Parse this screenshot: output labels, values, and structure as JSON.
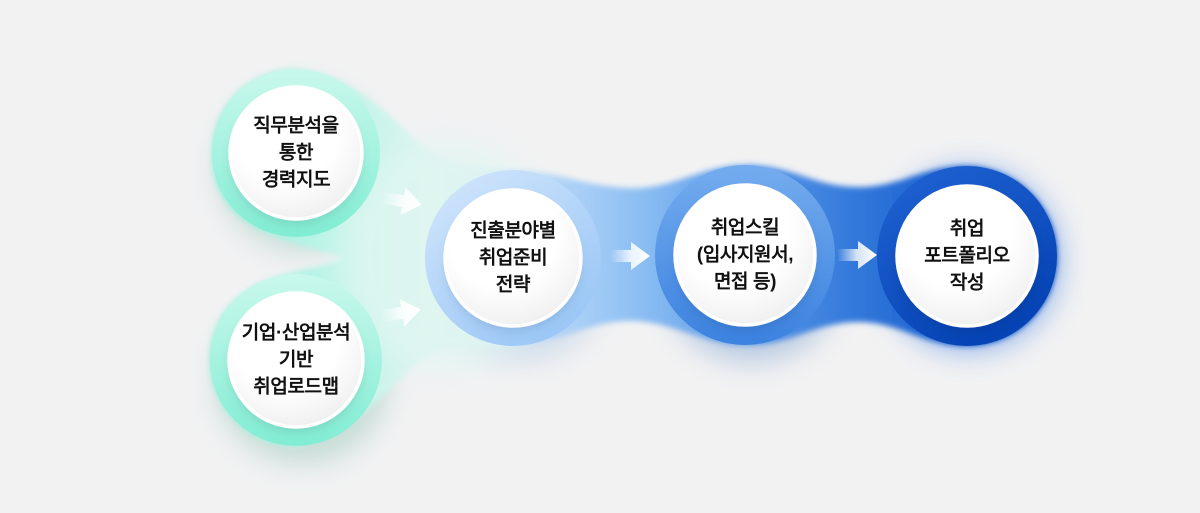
{
  "page": {
    "background_color": "#f2f2f3"
  },
  "diagram": {
    "type": "process-flow",
    "direction": "left-to-right",
    "steps": [
      {
        "id": "step-1",
        "ring_color": "#9af0dc",
        "label_lines": [
          "직무분석을",
          "통한",
          "경력지도"
        ]
      },
      {
        "id": "step-2",
        "ring_color": "#9af0dc",
        "label_lines": [
          "기업·산업분석",
          "기반",
          "취업로드맵"
        ]
      },
      {
        "id": "step-3",
        "ring_color": "#abd1f8",
        "label_lines": [
          "진출분야별",
          "취업준비",
          "전략"
        ]
      },
      {
        "id": "step-4",
        "ring_color": "#4f90e5",
        "label_lines": [
          "취업스킬",
          "(입사지원서,",
          "면접 등)"
        ]
      },
      {
        "id": "step-5",
        "ring_color": "#0c4ec2",
        "label_lines": [
          "취업",
          "포트폴리오",
          "작성"
        ]
      }
    ],
    "connections": [
      {
        "from": "step-1",
        "to": "step-3",
        "icon": "arrow-right"
      },
      {
        "from": "step-2",
        "to": "step-3",
        "icon": "arrow-right"
      },
      {
        "from": "step-3",
        "to": "step-4",
        "icon": "arrow-right"
      },
      {
        "from": "step-4",
        "to": "step-5",
        "icon": "arrow-right"
      }
    ],
    "colors": {
      "mint": "#9af0dc",
      "light_blue": "#abd1f8",
      "mid_blue": "#4f90e5",
      "dark_blue": "#0c4ec2",
      "arrow": "#ffffff",
      "disc": "#ffffff",
      "text": "#111111"
    }
  }
}
